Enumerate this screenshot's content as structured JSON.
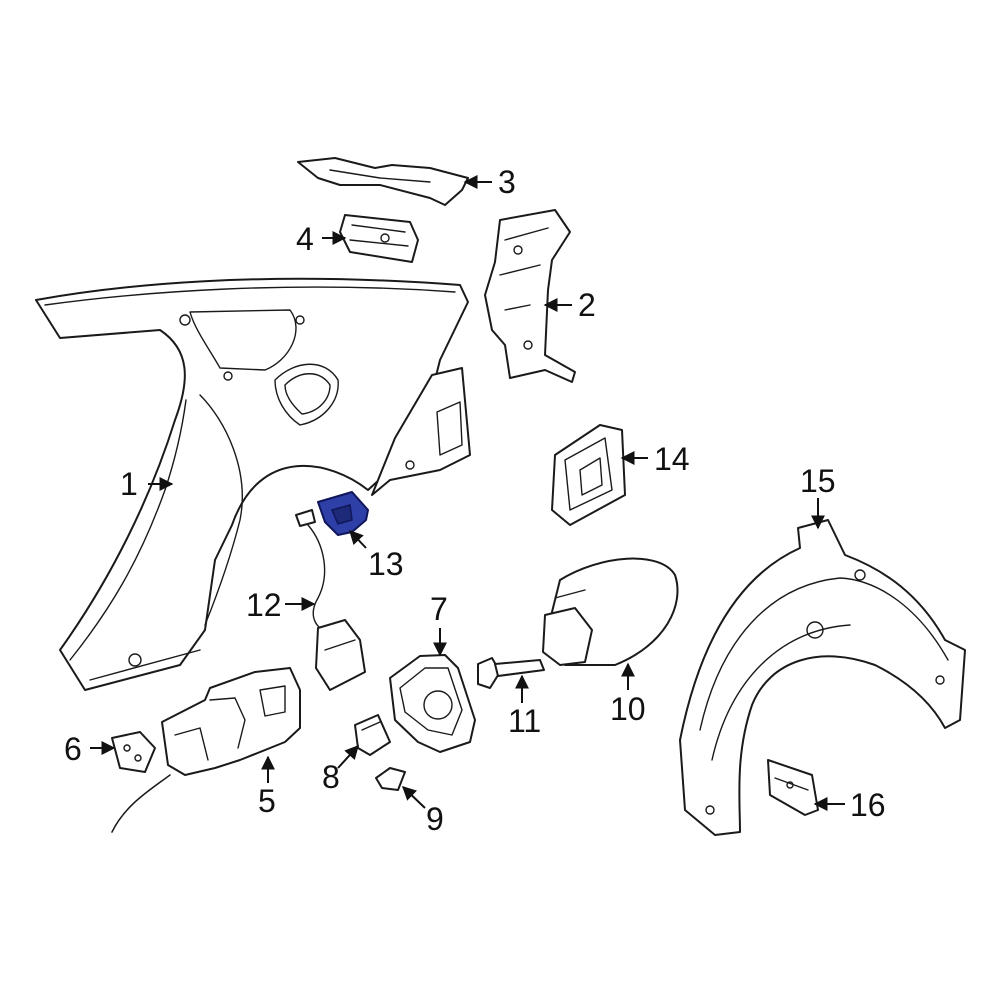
{
  "diagram": {
    "highlight_color": "#2e3fa8",
    "line_color": "#1a1a1a",
    "callouts": [
      {
        "id": "c1",
        "label": "1"
      },
      {
        "id": "c2",
        "label": "2"
      },
      {
        "id": "c3",
        "label": "3"
      },
      {
        "id": "c4",
        "label": "4"
      },
      {
        "id": "c5",
        "label": "5"
      },
      {
        "id": "c6",
        "label": "6"
      },
      {
        "id": "c7",
        "label": "7"
      },
      {
        "id": "c8",
        "label": "8"
      },
      {
        "id": "c9",
        "label": "9"
      },
      {
        "id": "c10",
        "label": "10"
      },
      {
        "id": "c11",
        "label": "11"
      },
      {
        "id": "c12",
        "label": "12"
      },
      {
        "id": "c13",
        "label": "13"
      },
      {
        "id": "c14",
        "label": "14"
      },
      {
        "id": "c15",
        "label": "15"
      },
      {
        "id": "c16",
        "label": "16"
      }
    ],
    "highlighted_part": "13"
  }
}
